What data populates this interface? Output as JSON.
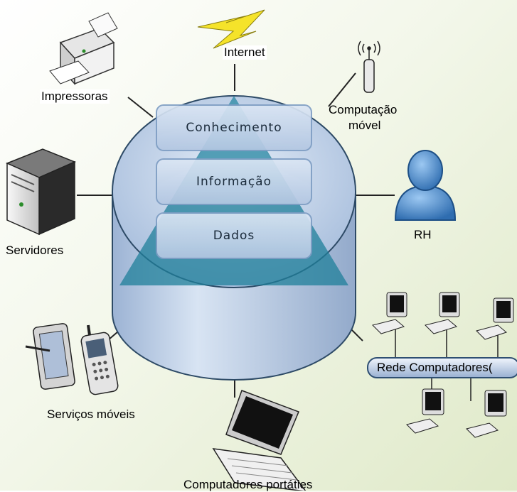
{
  "center": {
    "tiers": [
      "Conhecimento",
      "Informação",
      "Dados"
    ]
  },
  "nodes": {
    "internet": "Internet",
    "printers": "Impressoras",
    "mobile_computing_line1": "Computação",
    "mobile_computing_line2": "móvel",
    "servers": "Servidores",
    "hr": "RH",
    "mobile_services": "Serviços móveis",
    "laptops": "Computadores portáties",
    "network": "Rede Computadores("
  },
  "colors": {
    "cylinder": "#b9cde6",
    "cylinder_edge": "#2d4a66",
    "pyramid": "#1f7f9a",
    "tier_box": "#c9d9ee",
    "person": "#4a88c8",
    "lightning": "#f5e32a"
  }
}
